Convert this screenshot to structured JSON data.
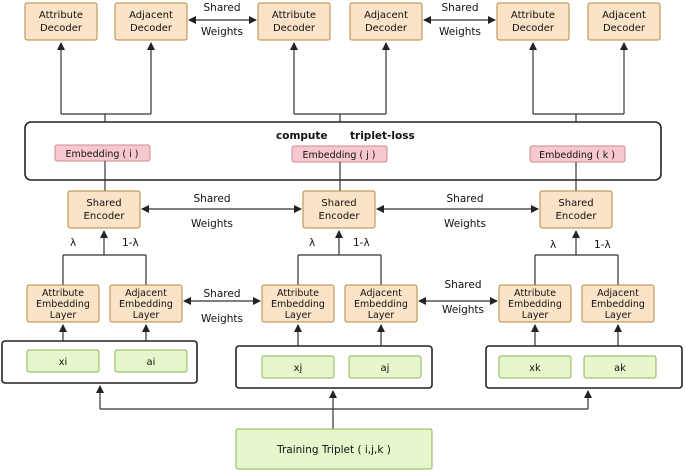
{
  "decoders": {
    "attribute": [
      "Attribute",
      "Decoder"
    ],
    "adjacent": [
      "Adjacent",
      "Decoder"
    ]
  },
  "shared_weights": [
    "Shared",
    "Weights"
  ],
  "compute_label": "compute",
  "loss_label": "triplet-loss",
  "embeddings": [
    "Embedding ( i )",
    "Embedding ( j )",
    "Embedding ( k )"
  ],
  "encoder": [
    "Shared",
    "Encoder"
  ],
  "lambda": "λ",
  "one_minus_lambda": "1-λ",
  "attr_embedding_layer": [
    "Attribute",
    "Embedding",
    "Layer"
  ],
  "adj_embedding_layer": [
    "Adjacent",
    "Embedding",
    "Layer"
  ],
  "inputs": [
    [
      "xi",
      "ai"
    ],
    [
      "xj",
      "aj"
    ],
    [
      "xk",
      "ak"
    ]
  ],
  "training_triplet": "Training Triplet ( i,j,k )",
  "colors": {
    "orange_fill": "#fbe3c8",
    "green_fill": "#e6f7cc",
    "pink_fill": "#f7c9cf"
  }
}
